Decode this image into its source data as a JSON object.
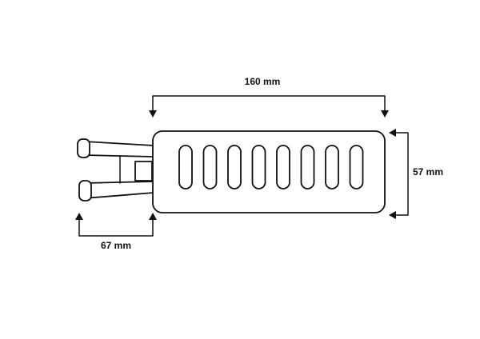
{
  "dimensions": {
    "width_label": "160 mm",
    "height_label": "57 mm",
    "pipe_length_label": "67 mm"
  },
  "core": {
    "slot_count": 8
  },
  "colors": {
    "line": "#111111",
    "background": "#ffffff"
  }
}
